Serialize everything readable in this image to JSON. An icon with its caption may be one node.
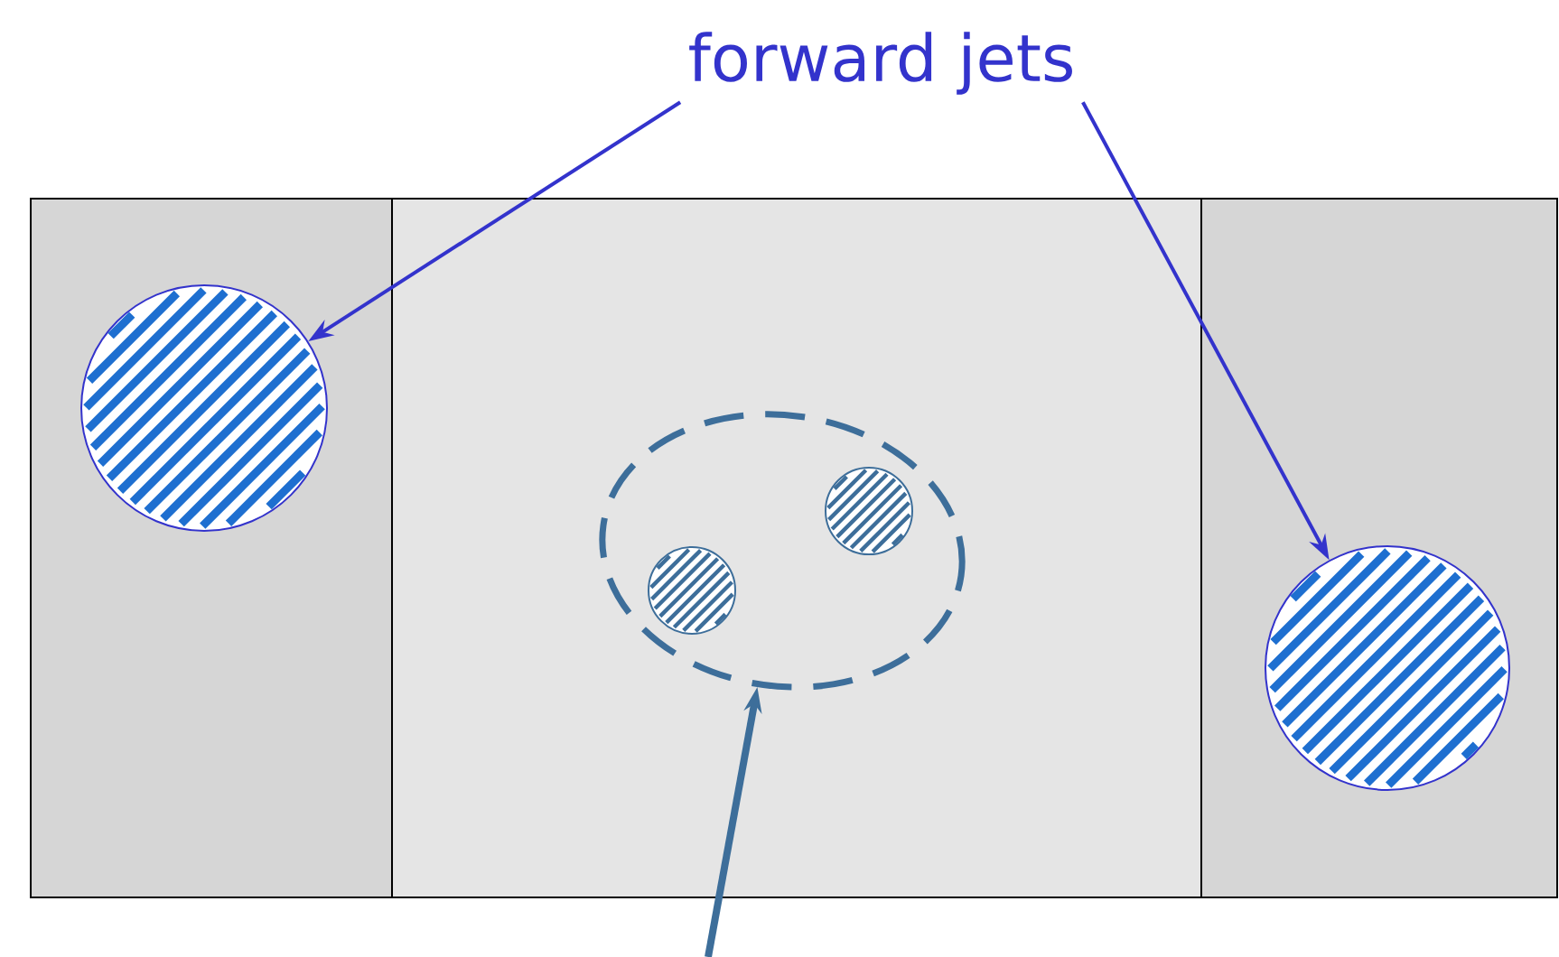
{
  "diagram": {
    "nodes": [
      {
        "text": [
          "forward jets"
        ]
      },
      {
        "text": [],
        "shape": "circle"
      },
      {
        "text": [],
        "shape": "ellipse"
      },
      {
        "text": [],
        "shape": "circle",
        "in": 2
      },
      {
        "text": [],
        "shape": "circle",
        "in": 2
      },
      {
        "text": [],
        "shape": "circle"
      }
    ],
    "edges": [
      {
        "from": 0,
        "to": 1,
        "arrow": "to"
      },
      {
        "from": 0,
        "to": 5,
        "arrow": "to"
      },
      {
        "from": null,
        "to": 2,
        "arrow": "to",
        "style": "thick",
        "color": "#3d6e9a"
      }
    ]
  }
}
